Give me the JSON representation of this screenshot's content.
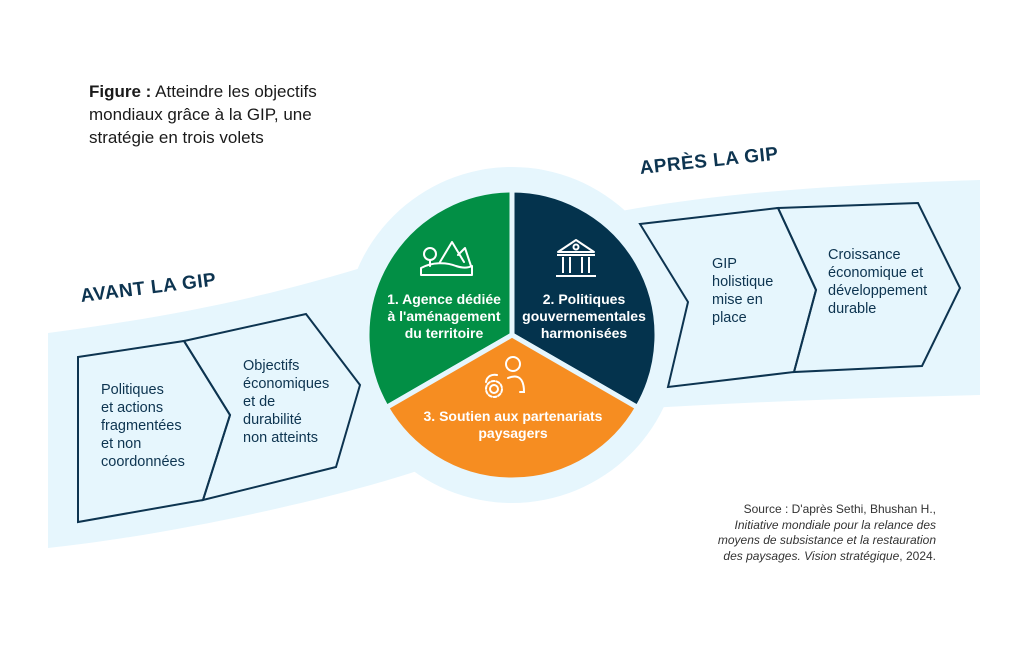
{
  "caption": {
    "label": "Figure :",
    "text": " Atteindre les objectifs mondiaux grâce à la GIP, une stratégie en trois volets"
  },
  "colors": {
    "ribbon": "#e6f6fd",
    "navy": "#0d3450",
    "green": "#028f45",
    "dark_blue": "#04334d",
    "orange": "#f68d21",
    "white": "#ffffff"
  },
  "before": {
    "heading": "AVANT LA GIP",
    "steps": [
      {
        "text_lines": [
          "Politiques",
          "et actions",
          "fragmentées",
          "et non",
          "coordonnées"
        ]
      },
      {
        "text_lines": [
          "Objectifs",
          "économiques",
          "et de",
          "durabilité",
          "non atteints"
        ]
      }
    ]
  },
  "after": {
    "heading": "APRÈS LA GIP",
    "steps": [
      {
        "text_lines": [
          "GIP",
          "holistique",
          "mise en",
          "place"
        ]
      },
      {
        "text_lines": [
          "Croissance",
          "économique et",
          "développement",
          "durable"
        ]
      }
    ]
  },
  "pillars": [
    {
      "icon": "landscape-icon",
      "lines": [
        "1. Agence dédiée",
        "à l'aménagement",
        "du territoire"
      ]
    },
    {
      "icon": "government-building-icon",
      "lines": [
        "2. Politiques",
        "gouvernementales",
        "harmonisées"
      ]
    },
    {
      "icon": "partnership-gear-person-icon",
      "lines": [
        "3. Soutien aux partenariats",
        "paysagers"
      ]
    }
  ],
  "source": {
    "prefix": "Source : D'après Sethi, Bhushan H.,",
    "title_lines": [
      "Initiative mondiale pour la relance des",
      "moyens de subsistance et la restauration",
      "des paysages. Vision stratégique"
    ],
    "suffix": ", 2024."
  }
}
